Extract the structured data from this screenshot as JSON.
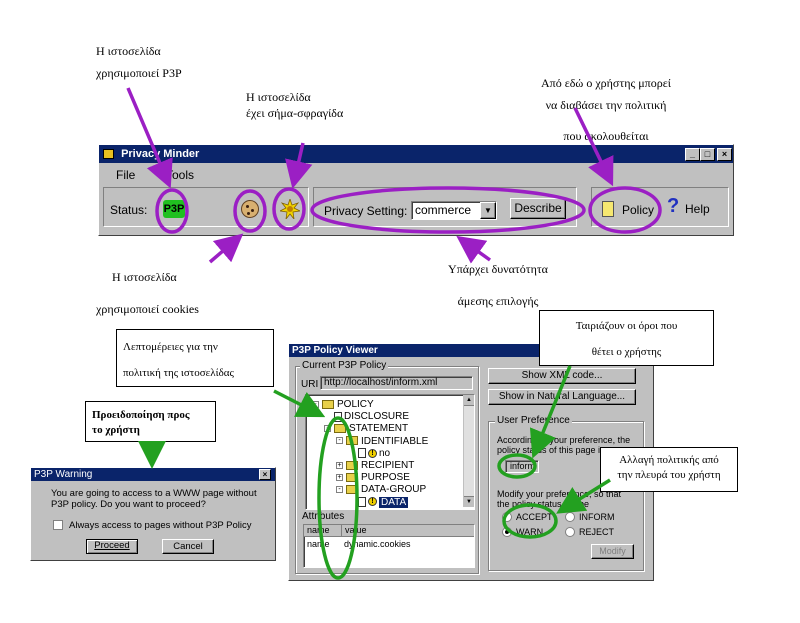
{
  "annotations": {
    "uses_p3p": [
      "Η ιστοσελίδα",
      "χρησιμοποιεί P3P"
    ],
    "has_seal": [
      "Η ιστοσελίδα",
      "έχει σήμα-σφραγίδα"
    ],
    "read_policy": [
      "Από εδώ ο χρήστης μπορεί",
      "να διαβάσει την πολιτική",
      "που ακολουθείται"
    ],
    "uses_cookies": [
      "Η ιστοσελίδα",
      "χρησιμοποιεί cookies"
    ],
    "direct_choice": [
      "Υπάρχει δυνατότητα",
      "άμεσης επιλογής"
    ],
    "policy_details": [
      "Λεπτομέρειες για την",
      "πολιτική της ιστοσελίδας"
    ],
    "user_warning": [
      "Προειδοποίηση προς",
      "το χρήστη"
    ],
    "terms_match": [
      "Ταιριάζουν οι όροι που",
      "θέτει ο χρήστης"
    ],
    "policy_change": [
      "Αλλαγή πολιτικής από",
      "την πλευρά του χρήστη"
    ]
  },
  "minder": {
    "title": "Privacy Minder",
    "menu": [
      "File",
      "Tools"
    ],
    "status_label": "Status:",
    "p3p_icon_text": "P3P",
    "privacy_setting_label": "Privacy Setting:",
    "privacy_setting_value": "commerce",
    "describe_label": "Describe",
    "policy_label": "Policy",
    "help_label": "Help"
  },
  "viewer": {
    "title": "P3P Policy Viewer",
    "current_policy_label": "Current P3P Policy",
    "uri_label": "URI",
    "uri_value": "http://localhost/inform.xml",
    "tree": [
      {
        "label": "POLICY",
        "indent": 0,
        "icon": "folder",
        "toggle": "-"
      },
      {
        "label": "DISCLOSURE",
        "indent": 1,
        "icon": "doc",
        "toggle": ""
      },
      {
        "label": "STATEMENT",
        "indent": 1,
        "icon": "folder",
        "toggle": "-"
      },
      {
        "label": "IDENTIFIABLE",
        "indent": 2,
        "icon": "folder",
        "toggle": "-"
      },
      {
        "label": "no",
        "indent": 3,
        "icon": "docwarn",
        "toggle": ""
      },
      {
        "label": "RECIPIENT",
        "indent": 2,
        "icon": "folder",
        "toggle": "+"
      },
      {
        "label": "PURPOSE",
        "indent": 2,
        "icon": "folder",
        "toggle": "+"
      },
      {
        "label": "DATA-GROUP",
        "indent": 2,
        "icon": "folder",
        "toggle": "-"
      },
      {
        "label": "DATA",
        "indent": 3,
        "icon": "docwarn",
        "toggle": "",
        "selected": true
      }
    ],
    "attributes_label": "Attributes",
    "attr_headers": [
      "name",
      "value"
    ],
    "attr_rows": [
      [
        "name",
        "dynamic.cookies"
      ]
    ],
    "show_xml": "Show XML code...",
    "show_natural": "Show in Natural Language...",
    "user_pref_label": "User Preference",
    "pref_text": [
      "According to your preference, the",
      "policy status of this page is"
    ],
    "status_value": "inform",
    "modify_text": [
      "Modify your preference, so that",
      "the policy status will be"
    ],
    "radios": [
      {
        "label": "ACCEPT",
        "checked": false
      },
      {
        "label": "INFORM",
        "checked": false
      },
      {
        "label": "WARN",
        "checked": true
      },
      {
        "label": "REJECT",
        "checked": false
      }
    ],
    "modify_button": "Modify"
  },
  "warning_dialog": {
    "title": "P3P Warning",
    "message": [
      "You are going to access to a WWW page without",
      "P3P policy. Do you want to proceed?"
    ],
    "checkbox_label": "Always access to pages without P3P Policy",
    "proceed_label": "Proceed",
    "cancel_label": "Cancel"
  },
  "colors": {
    "purple": "#9b1fc4",
    "green": "#23a020",
    "titlebar": "#0a246a",
    "window": "#c0c0c0"
  }
}
